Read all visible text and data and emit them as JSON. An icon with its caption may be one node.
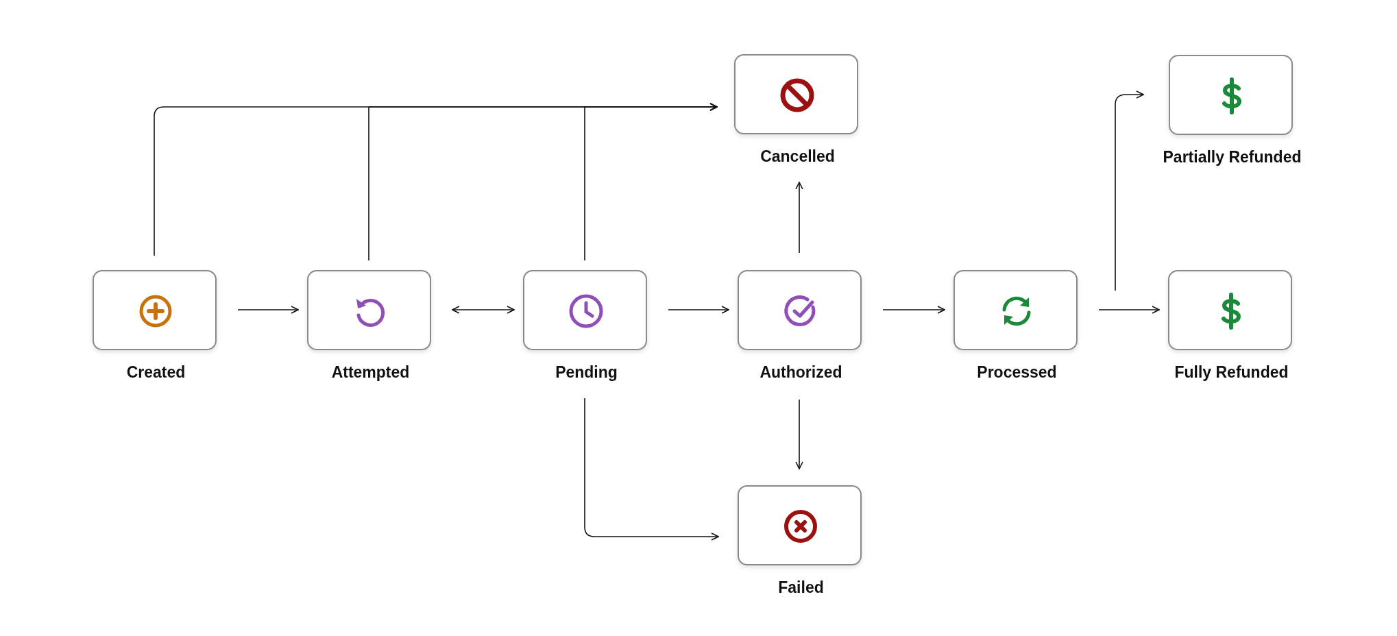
{
  "diagram": {
    "nodes": [
      {
        "text": [
          "Cancelled"
        ]
      },
      {
        "text": [
          "Partially Refunded"
        ]
      },
      {
        "text": [
          "Created"
        ]
      },
      {
        "text": [
          "Attempted"
        ]
      },
      {
        "text": [
          "Pending"
        ]
      },
      {
        "text": [
          "Authorized"
        ]
      },
      {
        "text": [
          "Processed"
        ]
      },
      {
        "text": [
          "Fully Refunded"
        ]
      },
      {
        "text": [
          "Failed"
        ]
      }
    ],
    "edges": [
      {
        "from": 2,
        "to": 3,
        "arrow": "to"
      },
      {
        "from": 3,
        "to": 4,
        "arrow": "both"
      },
      {
        "from": 4,
        "to": 5,
        "arrow": "to"
      },
      {
        "from": 5,
        "to": 6,
        "arrow": "to"
      },
      {
        "from": 6,
        "to": 7,
        "arrow": "to"
      },
      {
        "from": 6,
        "to": 1,
        "arrow": "to"
      },
      {
        "from": 2,
        "to": 0,
        "arrow": "to"
      },
      {
        "from": 3,
        "to": 0,
        "arrow": "to"
      },
      {
        "from": 4,
        "to": 0,
        "arrow": "to"
      },
      {
        "from": 5,
        "to": 0,
        "arrow": "to"
      },
      {
        "from": 5,
        "to": 8,
        "arrow": "to"
      },
      {
        "from": 4,
        "to": 8,
        "arrow": "to"
      }
    ]
  }
}
